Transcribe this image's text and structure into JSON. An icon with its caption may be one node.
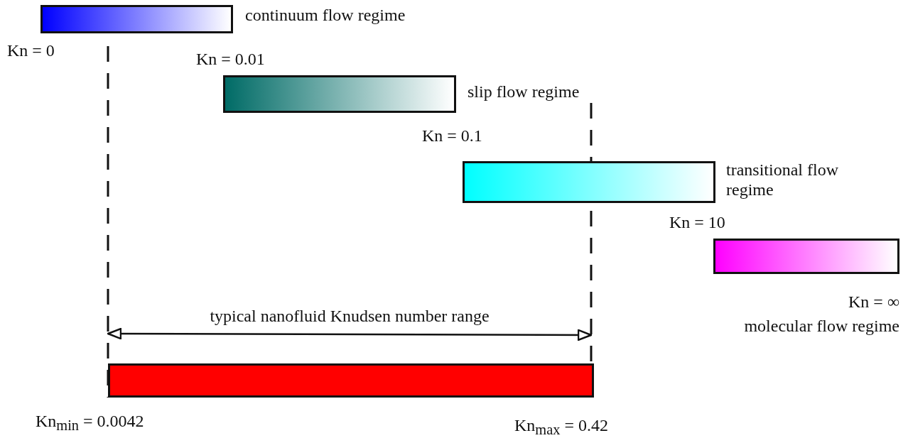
{
  "diagram": {
    "nodes": [
      {
        "text": [
          "continuum flow regime"
        ],
        "beside": [
          "Kn = 0"
        ]
      },
      {
        "text": [
          "slip flow regime"
        ],
        "beside": [
          "Kn = 0.01",
          "Kn = 0.1"
        ]
      },
      {
        "text": [
          "transitional flow regime"
        ],
        "beside": [
          "Kn = 10"
        ]
      },
      {
        "text": [
          "molecular flow regime"
        ],
        "beside": [
          "Kn = ∞"
        ]
      },
      {
        "text": [],
        "shape": "bar",
        "beside": [
          "Kn$_{min}$ = 0.0042",
          "Kn$_{max}$ = 0.42"
        ]
      }
    ],
    "labels": [
      "typical nanofluid Knudsen number range"
    ]
  }
}
